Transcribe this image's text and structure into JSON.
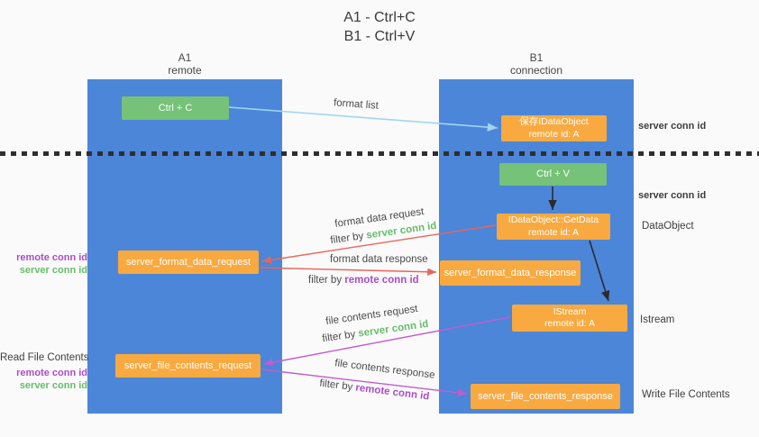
{
  "title": {
    "line1": "A1 - Ctrl+C",
    "line2": "B1 - Ctrl+V"
  },
  "columns": {
    "a1": {
      "title": "A1",
      "subtitle": "remote"
    },
    "b1": {
      "title": "B1",
      "subtitle": "connection"
    }
  },
  "nodes": {
    "ctrl_c": {
      "label": "Ctrl + C"
    },
    "save_dataobject": {
      "line1": "保存IDataObject",
      "line2": "remote id: A"
    },
    "ctrl_v": {
      "label": "Ctrl + V"
    },
    "getdata": {
      "line1": "IDataObject::GetData",
      "line2": "remote id: A"
    },
    "format_request": {
      "label": "server_format_data_request"
    },
    "format_response": {
      "label": "server_format_data_response"
    },
    "istream": {
      "line1": "IStream",
      "line2": "remote id: A"
    },
    "file_request": {
      "label": "server_file_contents_request"
    },
    "file_response": {
      "label": "server_file_contents_response"
    }
  },
  "arrow_labels": {
    "format_list": "format list",
    "format_data_request": "format data request",
    "format_data_request_filter_prefix": "filter by ",
    "format_data_request_filter_key": "server conn id",
    "format_data_response": "format data response",
    "format_data_response_filter_prefix": "filter by ",
    "format_data_response_filter_key": "remote conn id",
    "file_contents_request": "file contents request",
    "file_contents_request_filter_prefix": "filter by ",
    "file_contents_request_filter_key": "server conn id",
    "file_contents_response": "file contents response",
    "file_contents_response_filter_prefix": "filter by ",
    "file_contents_response_filter_key": "remote conn id"
  },
  "side_labels": {
    "server_conn_id_top": "server conn id",
    "server_conn_id_mid": "server conn id",
    "dataobject": "DataObject",
    "istream": "Istream",
    "write_file_contents": "Write File Contents",
    "read_file_contents": "Read File Contents",
    "remote_conn_id_format": "remote conn id",
    "server_conn_id_format": "server conn id",
    "remote_conn_id_file": "remote conn id",
    "server_conn_id_file": "server conn id"
  },
  "colors": {
    "background": "#fafafa",
    "column_blue": "#4c86d8",
    "node_green": "#75c278",
    "node_orange": "#f8a940",
    "arrow_blue": "#a3d4f0",
    "arrow_red": "#e8655b",
    "arrow_purple": "#c45bce",
    "arrow_black": "#2b2b2b",
    "text_green": "#67bd6b",
    "text_purple": "#aa4fc6",
    "divider_black": "#2e2e2e"
  }
}
